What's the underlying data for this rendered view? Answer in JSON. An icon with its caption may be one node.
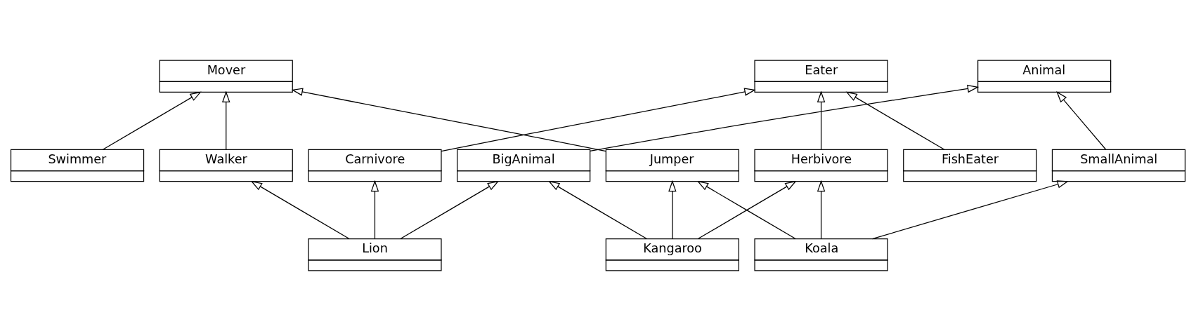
{
  "diagram": {
    "nodes": [
      {
        "text": [
          "Mover"
        ]
      },
      {
        "text": [
          "Eater"
        ]
      },
      {
        "text": [
          "Animal"
        ]
      },
      {
        "text": [
          "Jumper"
        ]
      },
      {
        "text": [
          "Walker"
        ]
      },
      {
        "text": [
          "Swimmer"
        ]
      },
      {
        "text": [
          "Carnivore"
        ]
      },
      {
        "text": [
          "Herbivore"
        ]
      },
      {
        "text": [
          "FishEater"
        ]
      },
      {
        "text": [
          "BigAnimal"
        ]
      },
      {
        "text": [
          "SmallAnimal"
        ]
      },
      {
        "text": [
          "Lion"
        ]
      },
      {
        "text": [
          "Kangaroo"
        ]
      },
      {
        "text": [
          "Koala"
        ]
      }
    ],
    "edges": [
      {
        "from": 3,
        "to": 0,
        "arrow": "to"
      },
      {
        "from": 4,
        "to": 0,
        "arrow": "to"
      },
      {
        "from": 5,
        "to": 0,
        "arrow": "to"
      },
      {
        "from": 6,
        "to": 1,
        "arrow": "to"
      },
      {
        "from": 7,
        "to": 1,
        "arrow": "to"
      },
      {
        "from": 8,
        "to": 1,
        "arrow": "to"
      },
      {
        "from": 9,
        "to": 2,
        "arrow": "to"
      },
      {
        "from": 10,
        "to": 2,
        "arrow": "to"
      },
      {
        "from": 11,
        "to": 4,
        "arrow": "to"
      },
      {
        "from": 11,
        "to": 6,
        "arrow": "to"
      },
      {
        "from": 11,
        "to": 9,
        "arrow": "to"
      },
      {
        "from": 12,
        "to": 3,
        "arrow": "to"
      },
      {
        "from": 12,
        "to": 7,
        "arrow": "to"
      },
      {
        "from": 12,
        "to": 9,
        "arrow": "to"
      },
      {
        "from": 13,
        "to": 3,
        "arrow": "to"
      },
      {
        "from": 13,
        "to": 7,
        "arrow": "to"
      },
      {
        "from": 13,
        "to": 10,
        "arrow": "to"
      }
    ]
  }
}
